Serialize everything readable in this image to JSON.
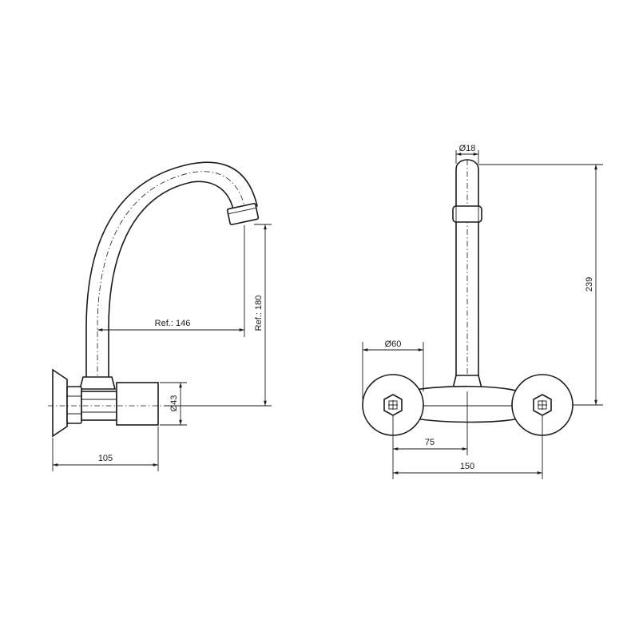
{
  "side_view": {
    "dim_width": "105",
    "dim_diameter": "Ø43",
    "dim_reach": "Ref.: 146",
    "dim_height": "Ref.: 180"
  },
  "front_view": {
    "dim_spout_diameter": "Ø18",
    "dim_height": "239",
    "dim_rosette_diameter": "Ø60",
    "dim_half_centers": "75",
    "dim_centers": "150"
  }
}
